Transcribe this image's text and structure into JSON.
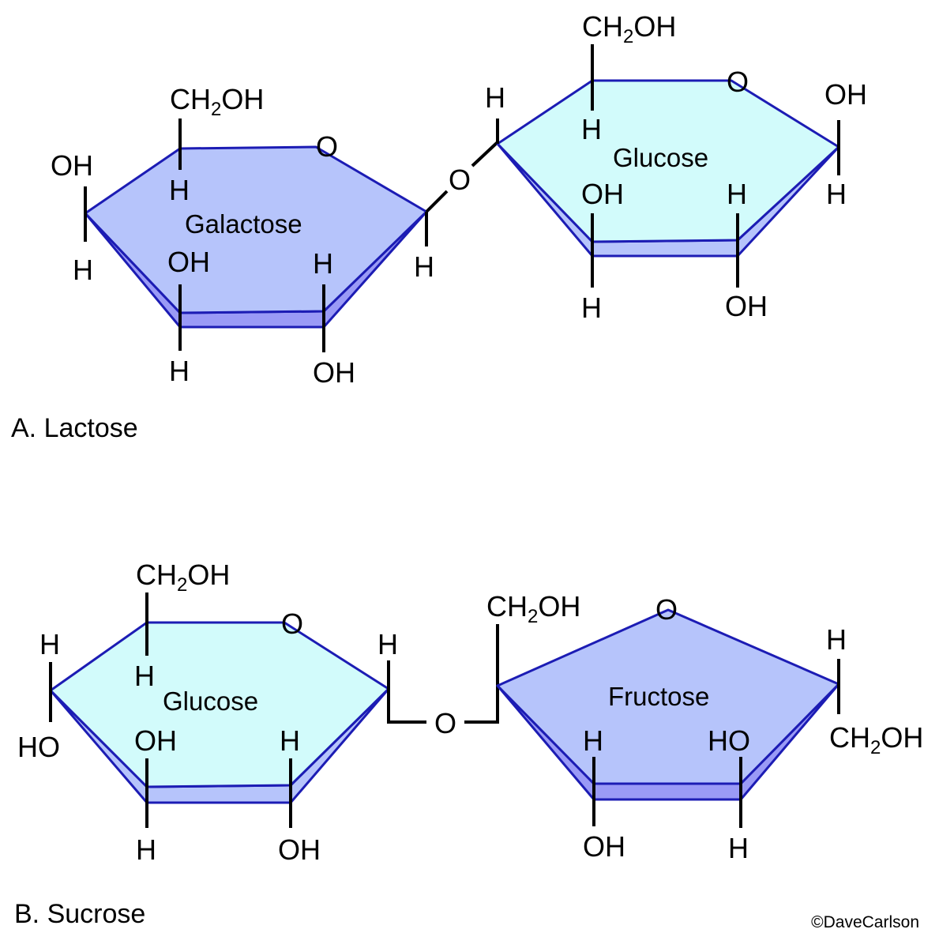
{
  "labels": {
    "oh": "OH",
    "ho": "HO",
    "h": "H",
    "o": "O",
    "ch": "CH",
    "sub2": "2"
  },
  "lactose": {
    "caption": "A. Lactose",
    "galactose": {
      "name": "Galactose"
    },
    "glucose": {
      "name": "Glucose"
    }
  },
  "sucrose": {
    "caption": "B. Sucrose",
    "glucose": {
      "name": "Glucose"
    },
    "fructose": {
      "name": "Fructose"
    }
  },
  "credit": "©DaveCarlson",
  "colors": {
    "dark_blue_fill": "#b6c4fb",
    "light_cyan_fill": "#d2fbfb",
    "rim_fill": "#9a9af6",
    "edge": "#1c1cb4",
    "bond": "#000000"
  }
}
